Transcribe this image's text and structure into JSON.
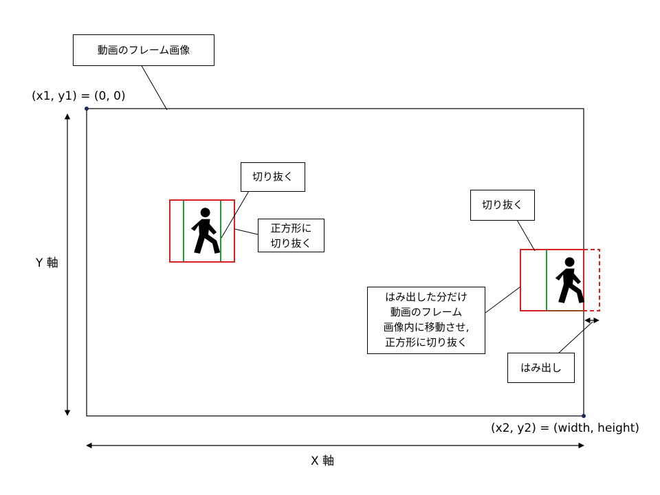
{
  "labels": {
    "frame_image": "動画のフレーム画像",
    "origin": "(x1, y1) = (0, 0)",
    "corner": "(x2, y2) = (width, height)",
    "y_axis": "Y 軸",
    "x_axis": "X 軸",
    "crop_left": "切り抜く",
    "crop_square_left": [
      "正方形に",
      "切り抜く"
    ],
    "crop_right": "切り抜く",
    "shift_note": [
      "はみ出した分だけ",
      "動画のフレーム",
      "画像内に移動させ,",
      "正方形に切り抜く"
    ],
    "overflow": "はみ出し"
  },
  "icons": {
    "walking_person": "walking-person-icon"
  },
  "colors": {
    "frame": "#000000",
    "crop_box": "#d32020",
    "square_crop": "#1e9a3c",
    "overflow_edge": "#8a4a1e",
    "background": "#ffffff"
  }
}
